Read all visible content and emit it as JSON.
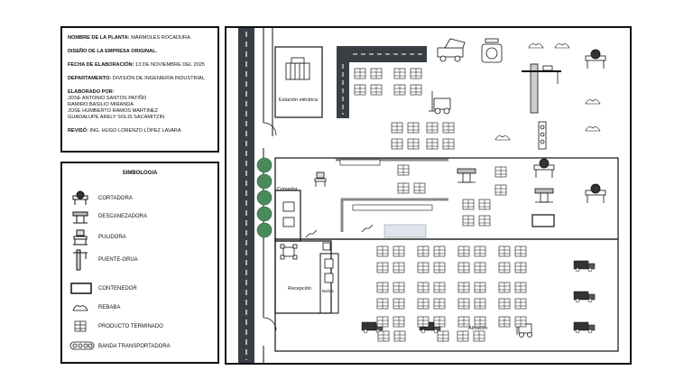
{
  "info": {
    "plant_name_label": "NOMBRE DE LA PLANTA:",
    "plant_name": "MÁRMOLES ROCADURA.",
    "design_label": "DISEÑO DE LA EMPRESA ORIGINAL.",
    "date_label": "FECHA DE ELABORACIÓN:",
    "date": "13 DE NOVIEMBRE DEL 2025",
    "dept_label": "DEPARTAMENTO:",
    "dept": "DIVISIÓN DE INGENIERÍA INDUSTRIAL",
    "authors_label": "ELABORADO POR:",
    "authors": [
      "JOSE ANTONIO SANTOS PATIÑO",
      "RAMIRO BASILIO MIRANDA",
      "JOSE HUMBERTO RAMOS MARTINEZ",
      "GUADALUPE ARELY SOLIS SACAMITZIN"
    ],
    "reviewed_label": "REVISÓ:",
    "reviewed": "ING. HUGO LORENZO LÓPEZ LAVARA"
  },
  "legend": {
    "title": "SIMBOLOGIA",
    "items": [
      {
        "label": "CORTADORA",
        "icon": "saw-icon"
      },
      {
        "label": "DESCANEZADORA",
        "icon": "descanezadora-icon"
      },
      {
        "label": "PULIDORA",
        "icon": "pulidora-icon"
      },
      {
        "label": "PUENTE-GRUA",
        "icon": "crane-icon"
      },
      {
        "label": "CONTENEDOR",
        "icon": "container-icon"
      },
      {
        "label": "REBABA",
        "icon": "rebaba-icon"
      },
      {
        "label": "PRODUCTO TERMINADO",
        "icon": "pallet-icon"
      },
      {
        "label": "BANDA TRANSPORTADORA",
        "icon": "conveyor-icon"
      }
    ]
  },
  "plant": {
    "electric_station": "Estación eléctrica",
    "dining": "Comedor",
    "reception": "Recepción",
    "bathroom": "Baños",
    "warehouse": "Almacén"
  }
}
